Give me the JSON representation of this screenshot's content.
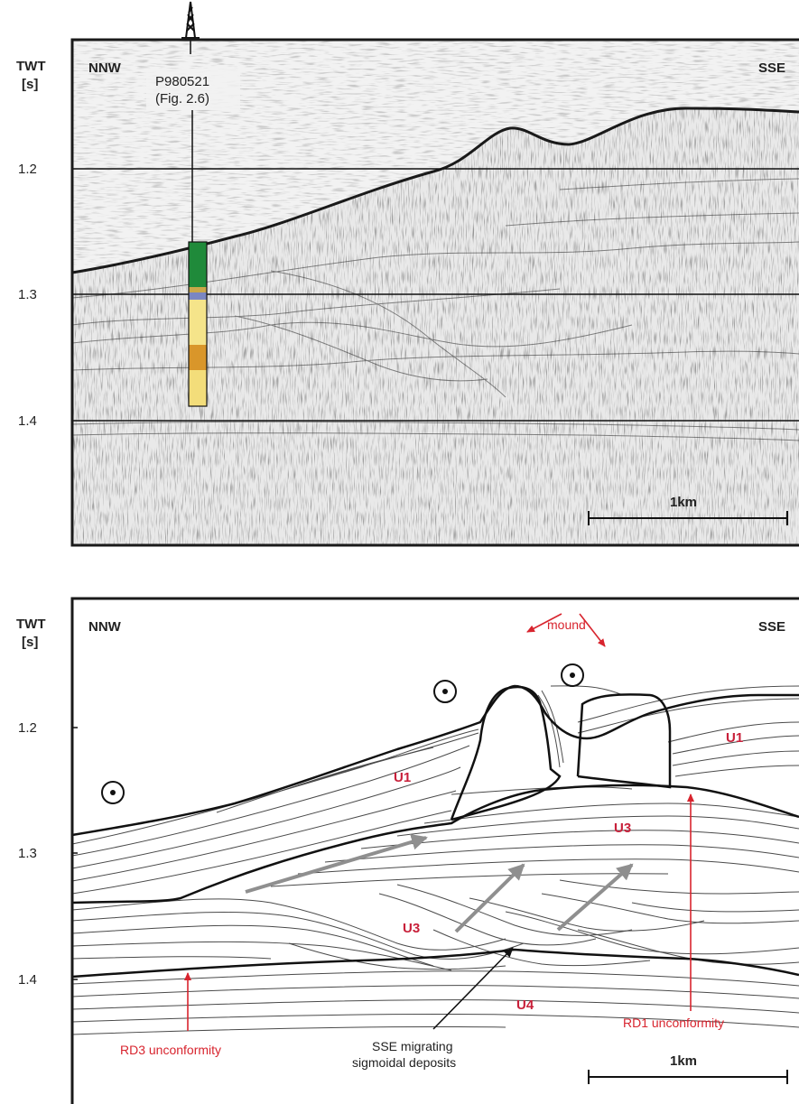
{
  "top_panel": {
    "axis_title_line1": "TWT",
    "axis_title_line2": "[s]",
    "left_direction": "NNW",
    "right_direction": "SSE",
    "well_name": "P980521",
    "well_ref": "(Fig. 2.6)",
    "ticks": [
      "1.2",
      "1.3",
      "1.4"
    ],
    "scale_label": "1km"
  },
  "bottom_panel": {
    "axis_title_line1": "TWT",
    "axis_title_line2": "[s]",
    "left_direction": "NNW",
    "right_direction": "SSE",
    "ticks": [
      "1.2",
      "1.3",
      "1.4"
    ],
    "scale_label": "1km",
    "annotations": {
      "mound": "mound",
      "rd3": "RD3 unconformity",
      "rd1": "RD1 unconformity",
      "sigmoid_line1": "SSE migrating",
      "sigmoid_line2": "sigmoidal deposits"
    },
    "units": {
      "u1_left": "U1",
      "u1_right": "U1",
      "u3_upper": "U3",
      "u3_lower": "U3",
      "u4": "U4"
    }
  },
  "colors": {
    "frame": "#1a1a1a",
    "annotation_red": "#d8242e",
    "unit_label": "#c8203a",
    "well_green": "#1f8a3a",
    "well_yellow": "#f5e48a",
    "well_orange": "#d9962a",
    "migration_arrow": "#8f8f8f"
  }
}
